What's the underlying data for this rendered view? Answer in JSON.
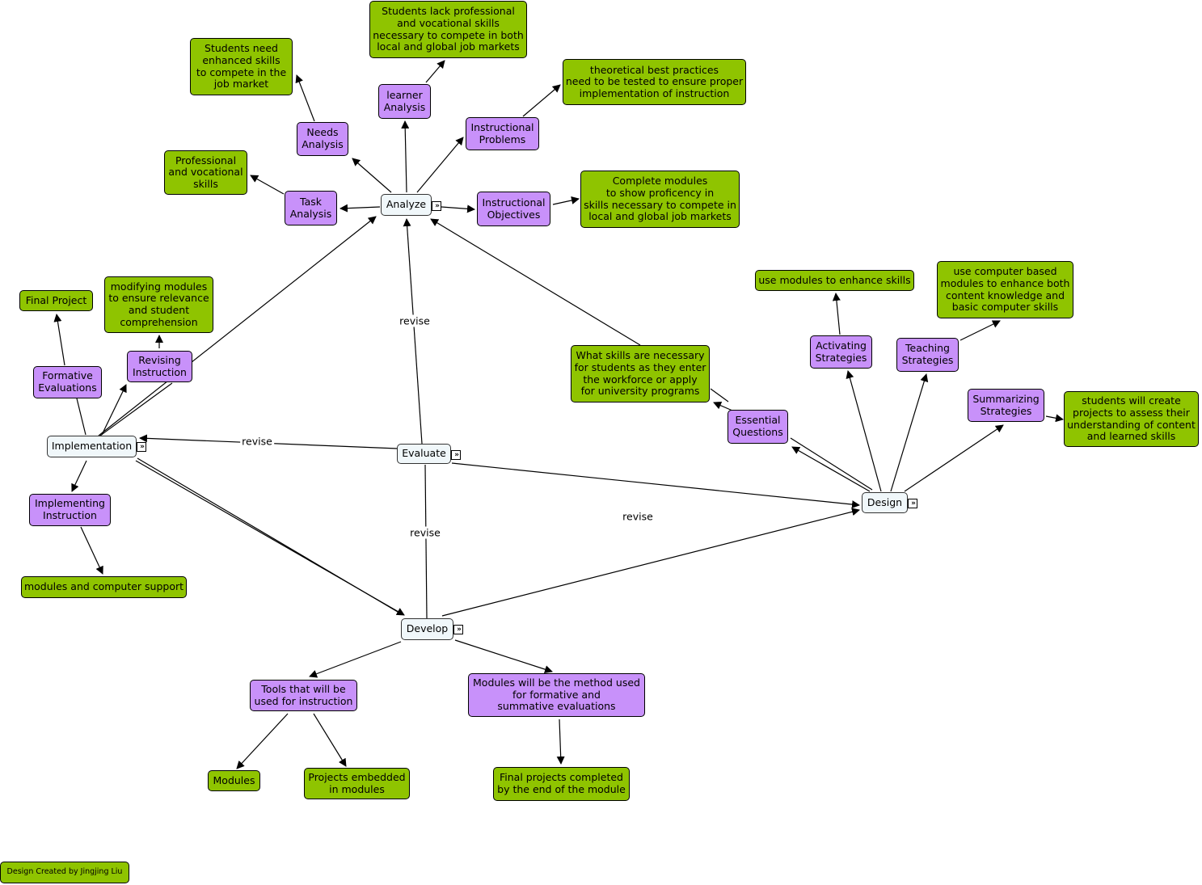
{
  "colors": {
    "green": "#8fc400",
    "purple": "#c891fa",
    "core": "#f0f7fa",
    "line": "#000000"
  },
  "nodes": {
    "analyze": "Analyze",
    "implementation": "Implementation",
    "evaluate": "Evaluate",
    "design": "Design",
    "develop": "Develop",
    "learner_analysis": "learner\nAnalysis",
    "needs_analysis": "Needs\nAnalysis",
    "task_analysis": "Task\nAnalysis",
    "instructional_problems": "Instructional\nProblems",
    "instructional_objectives": "Instructional\nObjectives",
    "formative_evaluations": "Formative\nEvaluations",
    "revising_instruction": "Revising\nInstruction",
    "implementing_instruction": "Implementing\nInstruction",
    "essential_questions": "Essential\nQuestions",
    "activating_strategies": "Activating\nStrategies",
    "teaching_strategies": "Teaching\nStrategies",
    "summarizing_strategies": "Summarizing\nStrategies",
    "tools": "Tools that will be\nused for instruction",
    "modules_method": "Modules will be the method used\nfor formative and\nsummative evaluations",
    "students_lack": "Students lack professional\nand vocational skills\nnecessary to compete in both\nlocal and global job markets",
    "students_need": "Students need\nenhanced skills\nto compete in the\njob market",
    "theoretical": "theoretical best practices\nneed to be tested to ensure proper\nimplementation of instruction",
    "professional": "Professional\nand vocational\nskills",
    "complete_modules": "Complete modules\nto show proficency in\nskills necessary to compete in\nlocal and global job markets",
    "final_project": "Final Project",
    "modifying": "modifying modules\nto ensure relevance\nand student\ncomprehension",
    "modules_support": "modules and computer support",
    "use_modules": "use modules to enhance skills",
    "use_computer": "use computer based\nmodules to enhance both\ncontent knowledge and\nbasic computer skills",
    "what_skills": "What skills are necessary\nfor students as they enter\nthe workforce or apply\nfor university programs",
    "students_create": "students will create\nprojects to assess their\nunderstanding of content\nand learned skills",
    "modules": "Modules",
    "projects_embedded": "Projects embedded\nin modules",
    "final_projects": "Final projects completed\nby the end of the module",
    "credit": "Design Created by Jingjing Liu"
  },
  "edge_labels": {
    "revise_analyze": "revise",
    "revise_implementation": "revise",
    "revise_design": "revise",
    "revise_develop": "revise"
  },
  "icons": {
    "expand": "double-chevron-right-icon"
  }
}
